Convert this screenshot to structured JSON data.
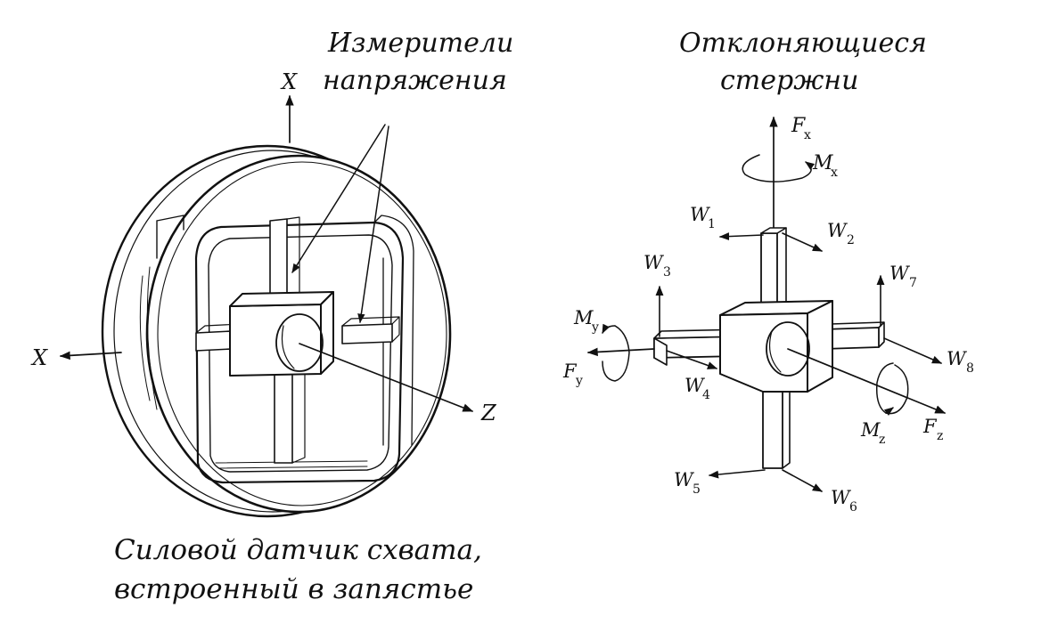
{
  "left_diagram": {
    "caption_line1": "Силовой датчик схвата,",
    "caption_line2": "встроенный в запястье",
    "strain_gauges_line1": "Измерители",
    "strain_gauges_line2": "напряжения",
    "axis_x_top": "X",
    "axis_x_left": "X",
    "axis_z": "Z"
  },
  "right_diagram": {
    "title_line1": "Отклоняющиеся",
    "title_line2": "стержни",
    "Fx": {
      "main": "F",
      "sub": "x"
    },
    "Mx": {
      "main": "M",
      "sub": "x"
    },
    "Fy": {
      "main": "F",
      "sub": "y"
    },
    "My": {
      "main": "M",
      "sub": "y"
    },
    "Fz": {
      "main": "F",
      "sub": "z"
    },
    "Mz": {
      "main": "M",
      "sub": "z"
    },
    "W1": {
      "main": "W",
      "sub": "1"
    },
    "W2": {
      "main": "W",
      "sub": "2"
    },
    "W3": {
      "main": "W",
      "sub": "3"
    },
    "W4": {
      "main": "W",
      "sub": "4"
    },
    "W5": {
      "main": "W",
      "sub": "5"
    },
    "W6": {
      "main": "W",
      "sub": "6"
    },
    "W7": {
      "main": "W",
      "sub": "7"
    },
    "W8": {
      "main": "W",
      "sub": "8"
    }
  }
}
